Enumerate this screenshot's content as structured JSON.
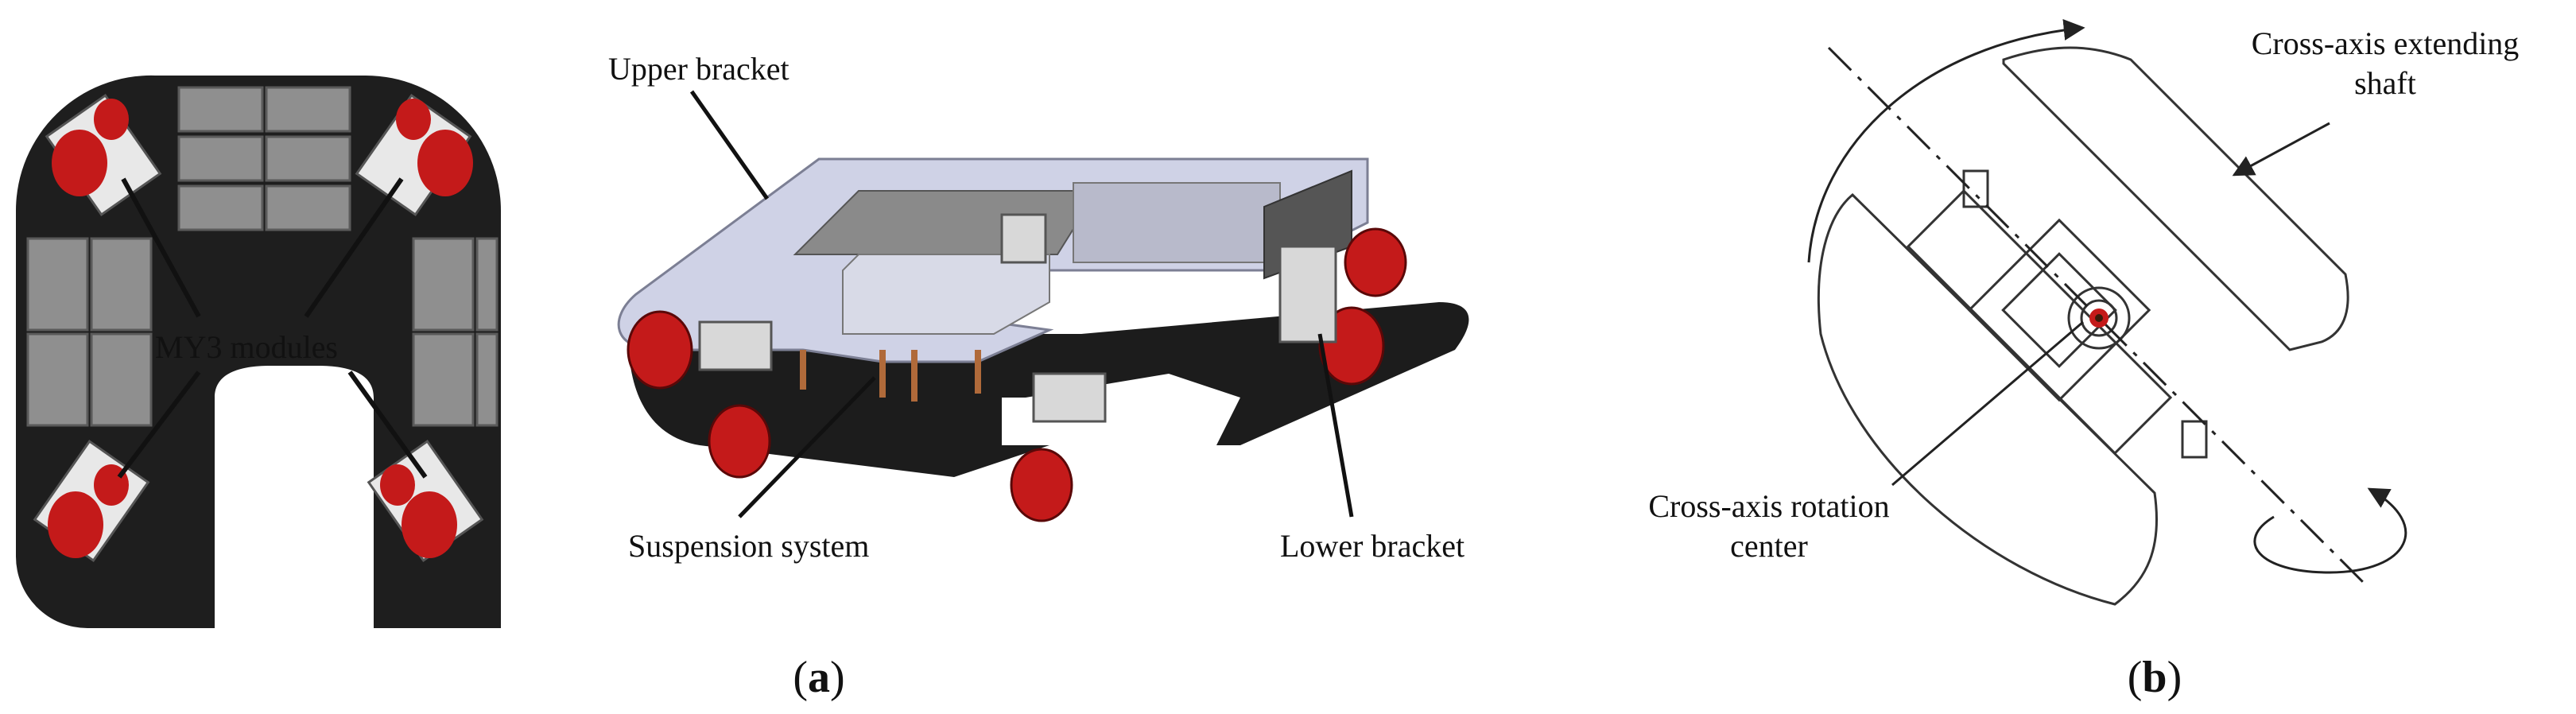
{
  "panel_a": {
    "label_modules": "MY3 modules",
    "label_upper": "Upper bracket",
    "label_suspension": "Suspension system",
    "label_lower": "Lower bracket",
    "caption_open": "(",
    "caption_letter": "a",
    "caption_close": ")"
  },
  "panel_b": {
    "label_shaft_line1": "Cross-axis extending",
    "label_shaft_line2": "shaft",
    "label_center_line1": "Cross-axis rotation",
    "label_center_line2": "center",
    "caption_open": "(",
    "caption_letter": "b",
    "caption_close": ")"
  },
  "colors": {
    "frame": "#1e1e1e",
    "panel_gray": "#8f8f8f",
    "wheel_red": "#c41a1a",
    "plate_light": "#cfd2e6",
    "line": "#222222"
  }
}
